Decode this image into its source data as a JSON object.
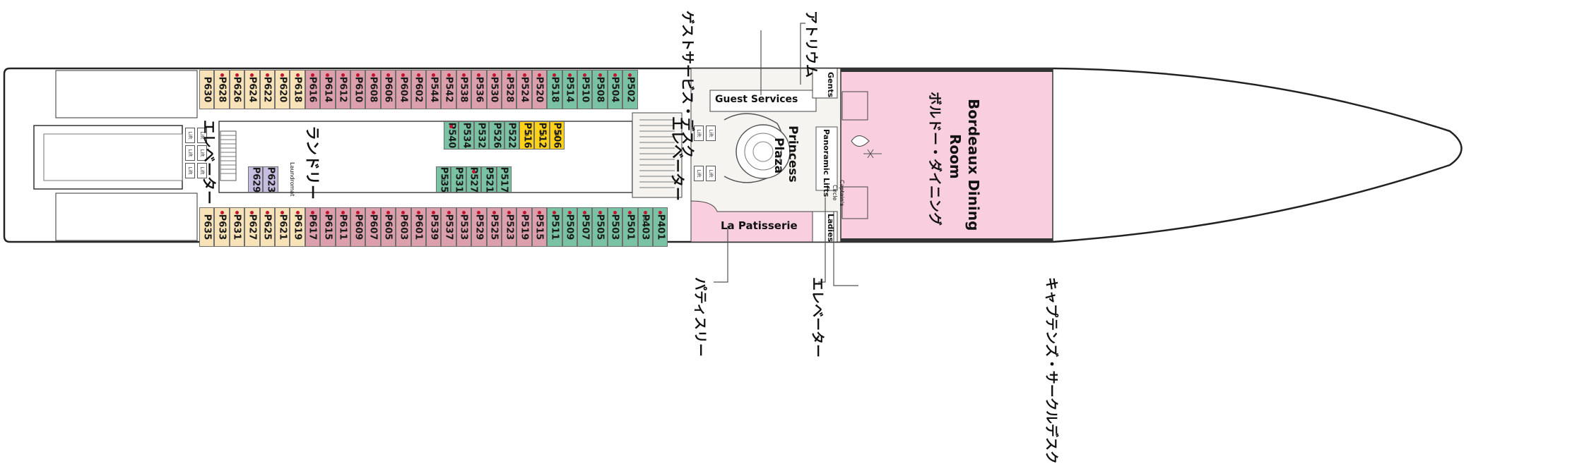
{
  "colors": {
    "interior": "#f8e3b8",
    "oceanview": "#dca0ad",
    "balcony": "#79c2a4",
    "accessible": "#ffd21a",
    "suite": "#c7bde0",
    "dining": "#f9cfe0",
    "public": "#f6f4f0",
    "text": "#1a1a1a",
    "marker": "#c4122f"
  },
  "cabins_top_upper": [
    {
      "n": "P630",
      "t": "interior"
    },
    {
      "n": "P628",
      "t": "interior",
      "d": 1
    },
    {
      "n": "P626",
      "t": "interior",
      "d": 1
    },
    {
      "n": "P624",
      "t": "interior",
      "d": 1
    },
    {
      "n": "P622",
      "t": "interior",
      "d": 1
    },
    {
      "n": "P620",
      "t": "interior",
      "d": 1
    },
    {
      "n": "P618",
      "t": "interior",
      "d": 1
    },
    {
      "n": "P616",
      "t": "oceanview",
      "d": 1
    },
    {
      "n": "P614",
      "t": "oceanview",
      "d": 1
    },
    {
      "n": "P612",
      "t": "oceanview",
      "d": 1
    },
    {
      "n": "P610",
      "t": "oceanview",
      "d": 1
    },
    {
      "n": "P608",
      "t": "oceanview",
      "d": 1
    },
    {
      "n": "P606",
      "t": "oceanview",
      "d": 1
    },
    {
      "n": "P604",
      "t": "oceanview",
      "d": 1
    },
    {
      "n": "P602",
      "t": "oceanview",
      "d": 1
    },
    {
      "n": "P544",
      "t": "oceanview",
      "d": 1
    },
    {
      "n": "P542",
      "t": "oceanview",
      "d": 1
    },
    {
      "n": "P538",
      "t": "oceanview",
      "d": 1
    },
    {
      "n": "P536",
      "t": "oceanview",
      "d": 1
    },
    {
      "n": "P530",
      "t": "oceanview",
      "d": 1
    },
    {
      "n": "P528",
      "t": "oceanview",
      "d": 1
    },
    {
      "n": "P524",
      "t": "oceanview",
      "d": 1
    },
    {
      "n": "P520",
      "t": "oceanview",
      "d": 1
    },
    {
      "n": "P518",
      "t": "balcony",
      "d": 1
    },
    {
      "n": "P514",
      "t": "balcony",
      "d": 1
    },
    {
      "n": "P510",
      "t": "balcony",
      "d": 1
    },
    {
      "n": "P508",
      "t": "balcony",
      "d": 1
    },
    {
      "n": "P504",
      "t": "balcony",
      "d": 1
    },
    {
      "n": "P502",
      "t": "balcony",
      "d": 1
    }
  ],
  "cabins_bottom_lower": [
    {
      "n": "P635",
      "t": "interior"
    },
    {
      "n": "P633",
      "t": "interior",
      "d": 1
    },
    {
      "n": "P631",
      "t": "interior",
      "d": 1
    },
    {
      "n": "P627",
      "t": "interior",
      "d": 1
    },
    {
      "n": "P625",
      "t": "interior",
      "d": 1
    },
    {
      "n": "P621",
      "t": "interior",
      "d": 1
    },
    {
      "n": "P619",
      "t": "interior",
      "d": 1
    },
    {
      "n": "P617",
      "t": "oceanview",
      "d": 1
    },
    {
      "n": "P615",
      "t": "oceanview",
      "d": 1
    },
    {
      "n": "P611",
      "t": "oceanview",
      "d": 1
    },
    {
      "n": "P609",
      "t": "oceanview",
      "d": 1
    },
    {
      "n": "P607",
      "t": "oceanview",
      "d": 1
    },
    {
      "n": "P605",
      "t": "oceanview",
      "d": 1
    },
    {
      "n": "P603",
      "t": "oceanview",
      "d": 1
    },
    {
      "n": "P601",
      "t": "oceanview",
      "d": 1
    },
    {
      "n": "P539",
      "t": "oceanview",
      "d": 1
    },
    {
      "n": "P537",
      "t": "oceanview",
      "d": 1
    },
    {
      "n": "P533",
      "t": "oceanview",
      "d": 1
    },
    {
      "n": "P529",
      "t": "oceanview",
      "d": 1
    },
    {
      "n": "P525",
      "t": "oceanview",
      "d": 1
    },
    {
      "n": "P523",
      "t": "oceanview",
      "d": 1
    },
    {
      "n": "P519",
      "t": "oceanview",
      "d": 1
    },
    {
      "n": "P515",
      "t": "oceanview",
      "d": 1
    },
    {
      "n": "P511",
      "t": "balcony",
      "d": 1
    },
    {
      "n": "P509",
      "t": "balcony",
      "d": 1
    },
    {
      "n": "P507",
      "t": "balcony",
      "d": 1
    },
    {
      "n": "P505",
      "t": "balcony",
      "d": 1
    },
    {
      "n": "P503",
      "t": "balcony",
      "d": 1
    },
    {
      "n": "P501",
      "t": "balcony",
      "d": 1
    },
    {
      "n": "P403",
      "t": "balcony",
      "d": 1,
      "a": 1
    },
    {
      "n": "P401",
      "t": "balcony",
      "d": 1
    }
  ],
  "cabins_mid_top": [
    {
      "n": "P540",
      "t": "balcony",
      "d": 1
    },
    {
      "n": "P534",
      "t": "balcony"
    },
    {
      "n": "P532",
      "t": "balcony"
    },
    {
      "n": "P526",
      "t": "balcony"
    },
    {
      "n": "P522",
      "t": "balcony"
    },
    {
      "n": "P516",
      "t": "accessible",
      "a": 1
    },
    {
      "n": "P512",
      "t": "accessible",
      "a": 1
    },
    {
      "n": "P506",
      "t": "accessible",
      "a": 1
    }
  ],
  "cabins_mid_bottom": [
    {
      "n": "P535",
      "t": "balcony",
      "a": 1
    },
    {
      "n": "P531",
      "t": "balcony"
    },
    {
      "n": "P527",
      "t": "balcony",
      "d": 1
    },
    {
      "n": "P521",
      "t": "balcony"
    },
    {
      "n": "P517",
      "t": "balcony"
    }
  ],
  "cabins_suites": [
    {
      "n": "P629",
      "t": "suite"
    },
    {
      "n": "P623",
      "t": "suite"
    }
  ],
  "labels": {
    "guest_services_en": "Guest Services",
    "guest_services_jp": "ゲストサービス・デスク",
    "atrium_jp": "アトリウム",
    "gents": "Gents",
    "ladies": "Ladies",
    "dining_en_1": "Bordeaux Dining",
    "dining_en_2": "Room",
    "dining_jp": "ボルドー・ダイニング",
    "plaza_1": "Princess",
    "plaza_2": "Plaza",
    "lifts": "Panoramic Lifts",
    "captain_1": "Captain's",
    "captain_2": "Circle",
    "patisserie_en": "La Patisserie",
    "patisserie_jp": "パティスリー",
    "elevator_jp": "エレベーター",
    "captain_jp": "キャプテンズ・サークルデスク",
    "laundry_jp": "ランドリー",
    "laundromat": "Laundromat",
    "elevator_left_jp": "エレベーター",
    "elevator_center_jp": "エレベーター",
    "lift": "Lift",
    "accessible_symbol": "♿"
  }
}
